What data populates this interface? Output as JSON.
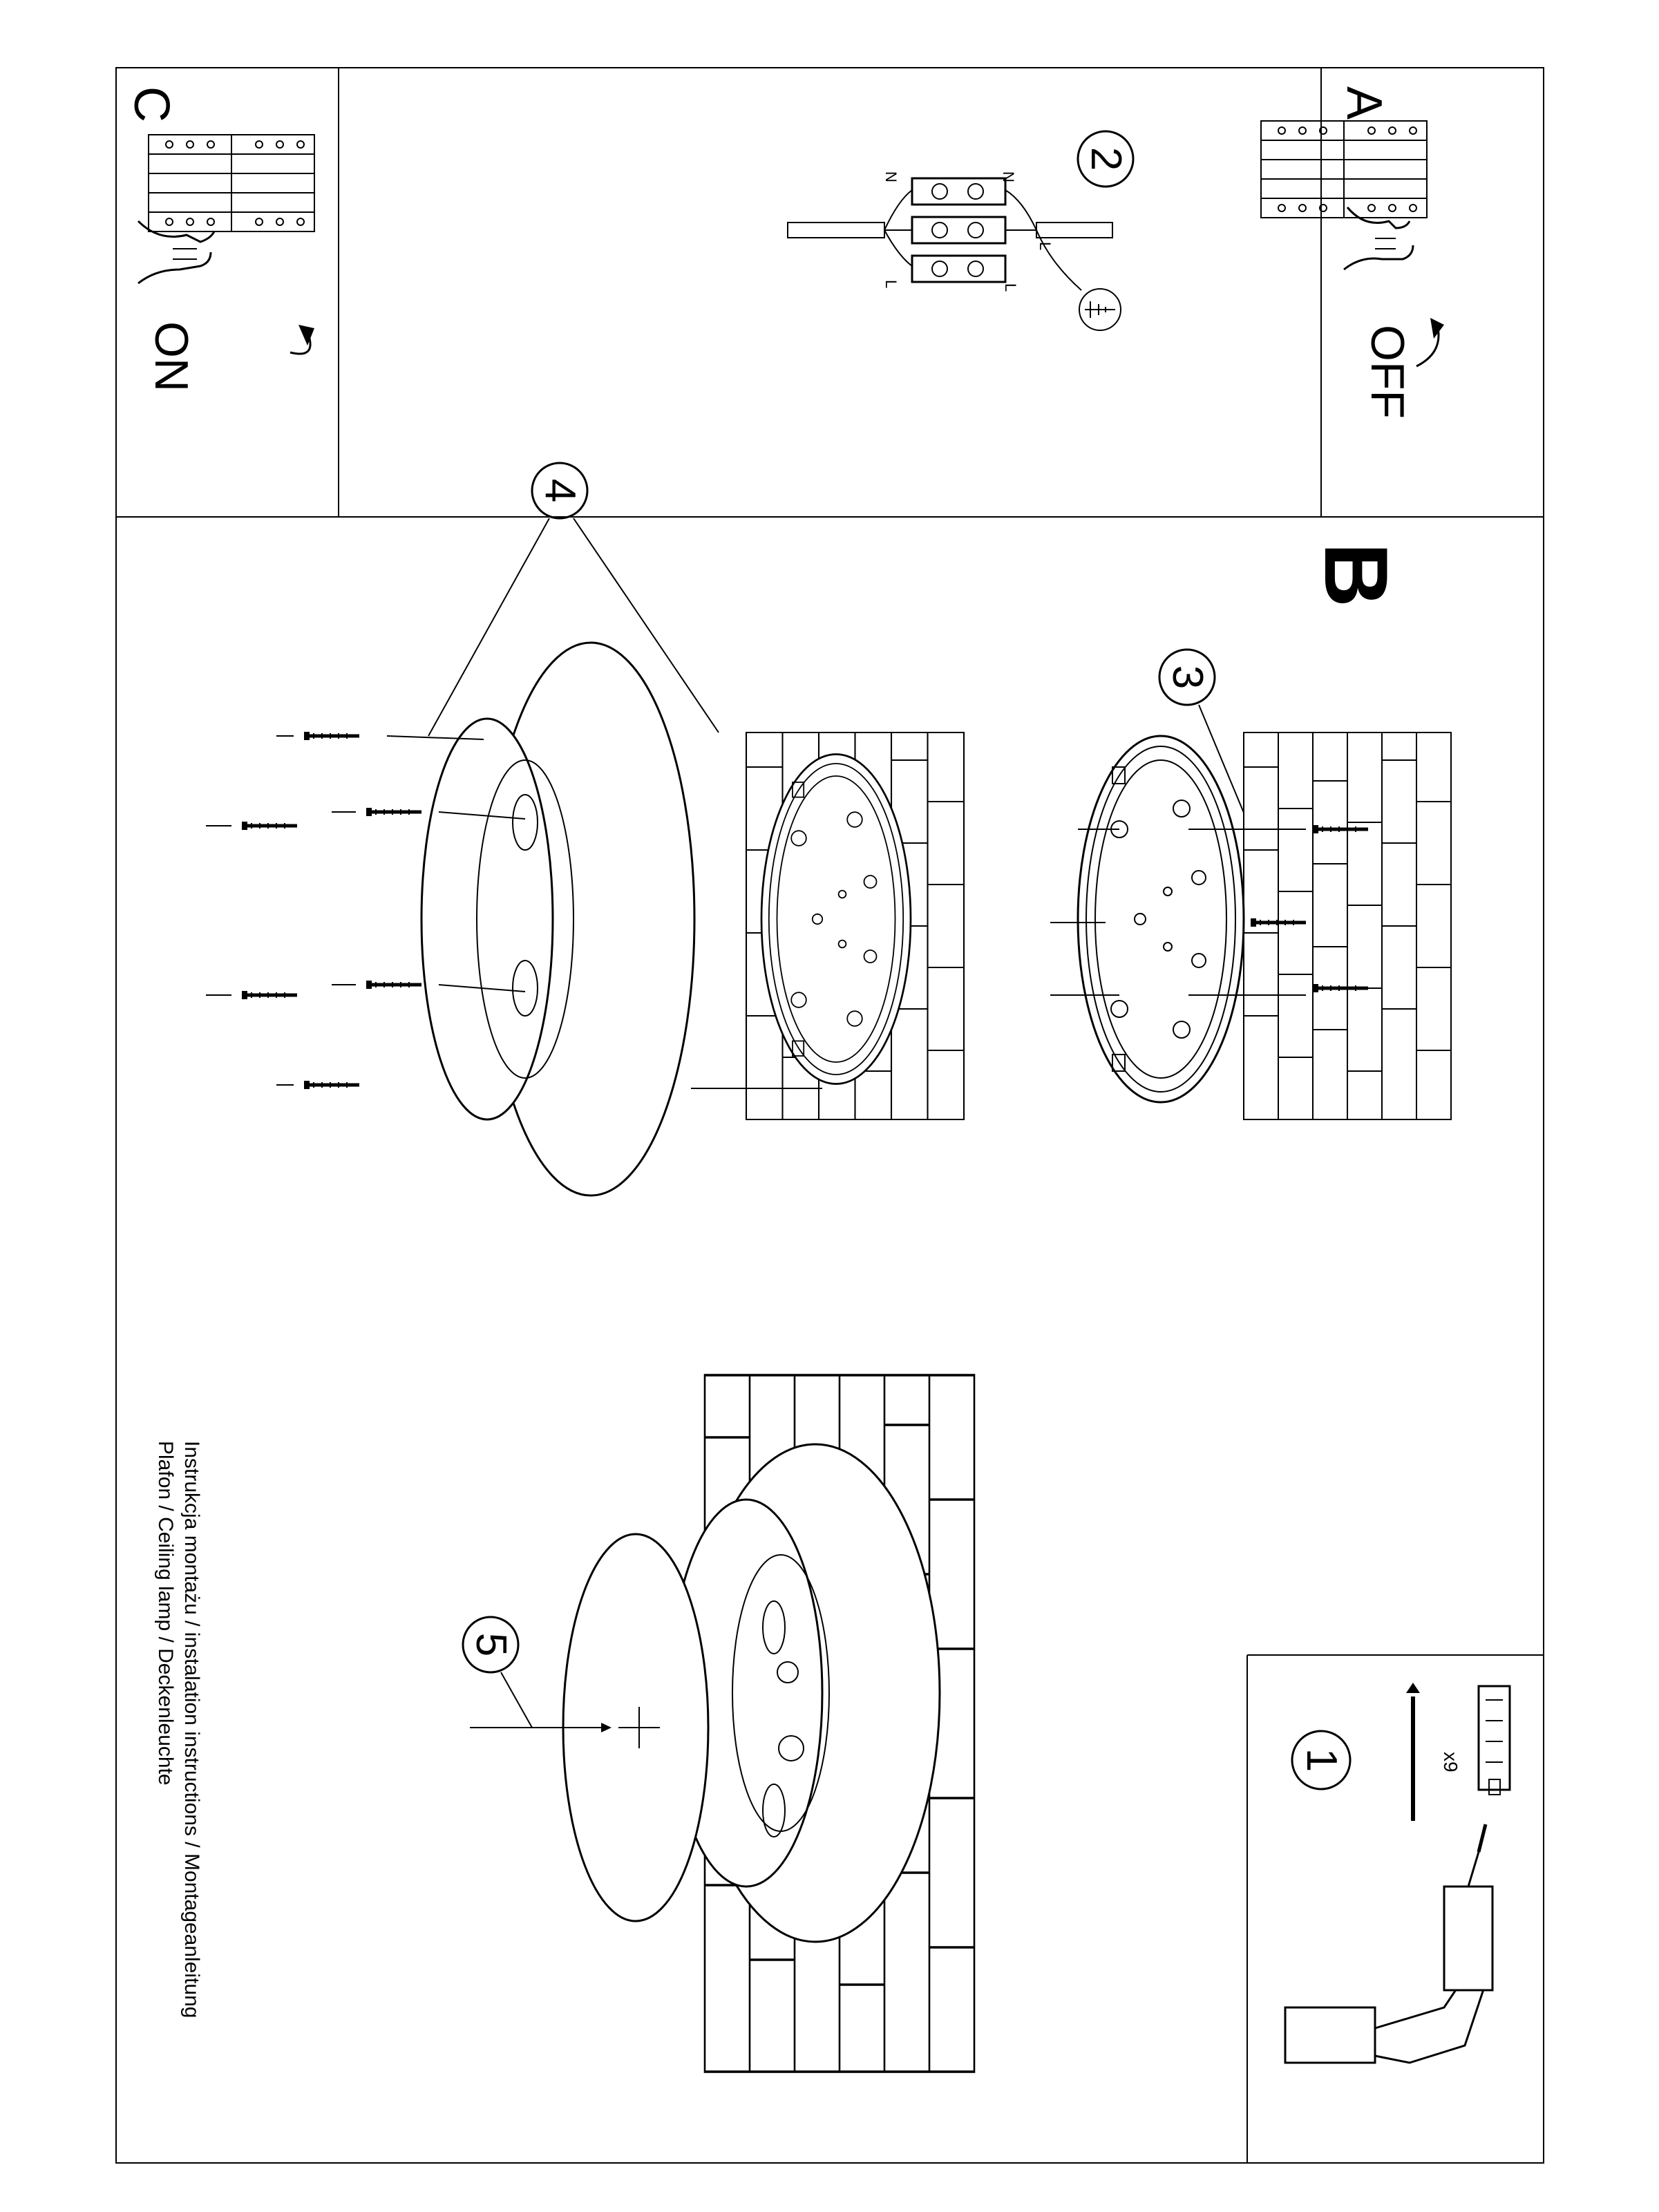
{
  "panel_a": {
    "letter": "A",
    "state": "OFF"
  },
  "panel_b": {
    "letter": "B"
  },
  "panel_c": {
    "letter": "C",
    "state": "ON"
  },
  "steps": {
    "one": "1",
    "two": "2",
    "three": "3",
    "four": "4",
    "five": "5"
  },
  "screw_count": "x9",
  "terminal_labels": {
    "n": "N",
    "l": "L"
  },
  "title": {
    "line1": "Instrukcja montażu / instalation instructions / Montageanleitung",
    "line2": "Plafon / Ceiling lamp / Deckenleuchte"
  },
  "colors": {
    "line": "#000000",
    "background": "#ffffff"
  }
}
